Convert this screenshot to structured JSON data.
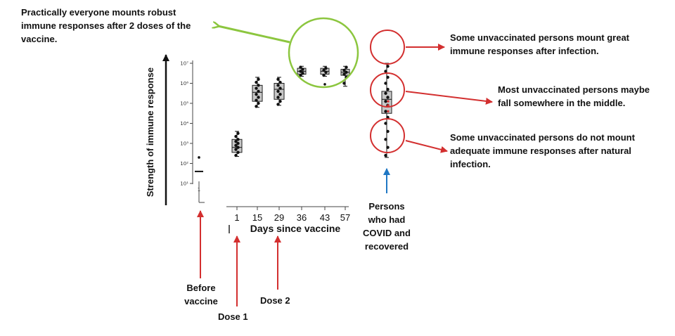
{
  "annotations": {
    "top_left": "Practically everyone mounts robust immune responses after 2 doses of the vaccine.",
    "right_top": "Some unvaccinated persons mount great immune responses after infection.",
    "right_middle": "Most unvaccinated persons maybe fall somewhere in the middle.",
    "right_bottom": "Some unvaccinated persons do not mount adequate immune responses after natural infection.",
    "before_vaccine": "Before vaccine",
    "dose1": "Dose 1",
    "dose2": "Dose 2",
    "covid_recovered": "Persons who had COVID and recovered"
  },
  "colors": {
    "green": "#8cc63f",
    "red": "#d32f2f",
    "blue": "#1f77c4",
    "box_fill": "#c8c8c8"
  },
  "chart_data": {
    "type": "box",
    "ylabel": "Strength of immune response",
    "xlabel": "Days since vaccine",
    "yscale": "log",
    "ylim_exp": [
      1,
      7
    ],
    "ytick_labels": [
      "10¹",
      "10²",
      "10³",
      "10⁴",
      "10⁵",
      "10⁶",
      "10⁷"
    ],
    "before_tick": "1",
    "categories": [
      "1",
      "15",
      "29",
      "36",
      "43",
      "57"
    ],
    "boxes": [
      {
        "label": "Before vaccine",
        "median_exp": 1.6,
        "q1_exp": 1.6,
        "q3_exp": 1.6,
        "min_exp": 1.6,
        "max_exp": 1.6,
        "outliers_exp": [
          2.3
        ]
      },
      {
        "label": "1",
        "median_exp": 2.8,
        "q1_exp": 2.55,
        "q3_exp": 3.2,
        "min_exp": 2.35,
        "max_exp": 3.6,
        "points_exp": [
          2.4,
          2.55,
          2.7,
          2.8,
          2.9,
          3.0,
          3.1,
          3.2,
          3.35,
          3.5
        ]
      },
      {
        "label": "15",
        "median_exp": 5.55,
        "q1_exp": 5.1,
        "q3_exp": 5.9,
        "min_exp": 4.8,
        "max_exp": 6.3,
        "points_exp": [
          4.85,
          5.0,
          5.15,
          5.3,
          5.45,
          5.6,
          5.75,
          5.9,
          6.05,
          6.2
        ]
      },
      {
        "label": "29",
        "median_exp": 5.7,
        "q1_exp": 5.2,
        "q3_exp": 6.0,
        "min_exp": 4.9,
        "max_exp": 6.3,
        "points_exp": [
          4.95,
          5.1,
          5.3,
          5.45,
          5.6,
          5.75,
          5.9,
          6.05,
          6.2
        ]
      },
      {
        "label": "36",
        "median_exp": 6.6,
        "q1_exp": 6.45,
        "q3_exp": 6.75,
        "min_exp": 6.35,
        "max_exp": 6.85,
        "points_exp": [
          6.4,
          6.5,
          6.6,
          6.7,
          6.8
        ]
      },
      {
        "label": "43",
        "median_exp": 6.6,
        "q1_exp": 6.45,
        "q3_exp": 6.75,
        "min_exp": 6.35,
        "max_exp": 6.85,
        "points_exp": [
          6.4,
          6.55,
          6.65,
          6.75
        ],
        "outliers_exp": [
          5.95
        ]
      },
      {
        "label": "57",
        "median_exp": 6.55,
        "q1_exp": 6.4,
        "q3_exp": 6.7,
        "min_exp": 5.85,
        "max_exp": 6.85,
        "points_exp": [
          6.0,
          6.3,
          6.45,
          6.55,
          6.65,
          6.8
        ]
      },
      {
        "label": "Persons who had COVID and recovered",
        "median_exp": 5.2,
        "q1_exp": 4.5,
        "q3_exp": 5.6,
        "min_exp": 2.3,
        "max_exp": 7.0,
        "points_exp": [
          2.4,
          2.8,
          3.2,
          3.6,
          4.0,
          4.3,
          4.6,
          4.9,
          5.1,
          5.3,
          5.5,
          5.7,
          6.0,
          6.3,
          6.6,
          6.85
        ]
      }
    ]
  }
}
